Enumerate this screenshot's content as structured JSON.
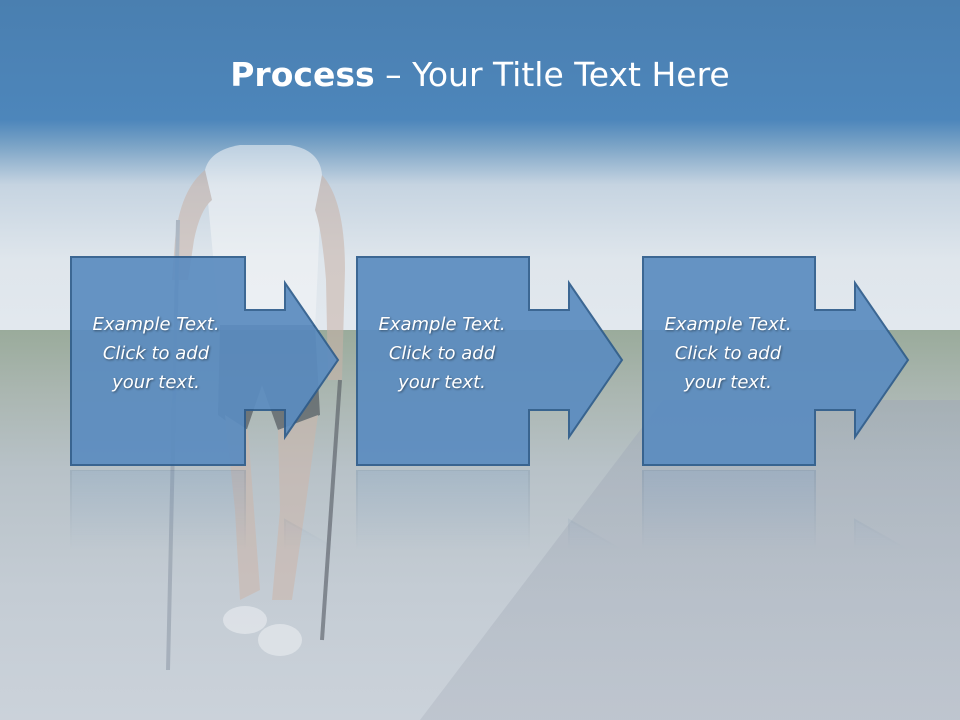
{
  "slide": {
    "title_bold": "Process",
    "title_separator": " – ",
    "title_rest": "Your Title Text Here"
  },
  "steps": [
    {
      "line1": "Example Text.",
      "line2": "Click  to add",
      "line3": "your text."
    },
    {
      "line1": "Example Text.",
      "line2": "Click  to add",
      "line3": "your text."
    },
    {
      "line1": "Example Text.",
      "line2": "Click  to add",
      "line3": "your text."
    }
  ],
  "colors": {
    "header_blue": "#4a7fb0",
    "shape_fill": "#5b8cc0",
    "shape_border": "#2f5d8c",
    "text": "#ffffff"
  },
  "icons": [
    "right-arrow-callout-shape",
    "walking-person-photo"
  ]
}
